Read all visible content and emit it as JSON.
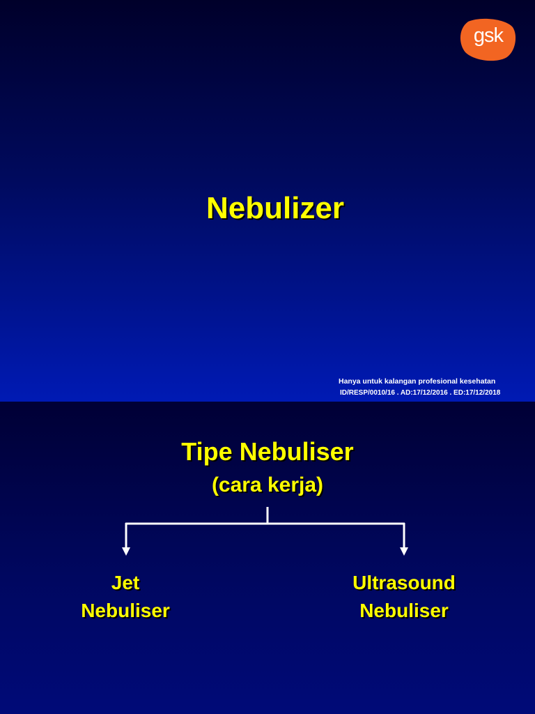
{
  "slide1": {
    "title": "Nebulizer",
    "logo_text": "gsk",
    "footer_line1": "Hanya untuk kalangan profesional kesehatan",
    "footer_line2": "ID/RESP/0010/16 . AD:17/12/2016 . ED:17/12/2018",
    "logo_color": "#f26522"
  },
  "slide2": {
    "title": "Tipe Nebuliser",
    "subtitle": "(cara kerja)",
    "nodes": [
      {
        "line1": "Jet",
        "line2": "Nebuliser"
      },
      {
        "line1": "Ultrasound",
        "line2": "Nebuliser"
      }
    ]
  },
  "colors": {
    "heading_text": "#ffff00",
    "slide_background": "#000a78",
    "connector_lines": "#ffffff"
  }
}
